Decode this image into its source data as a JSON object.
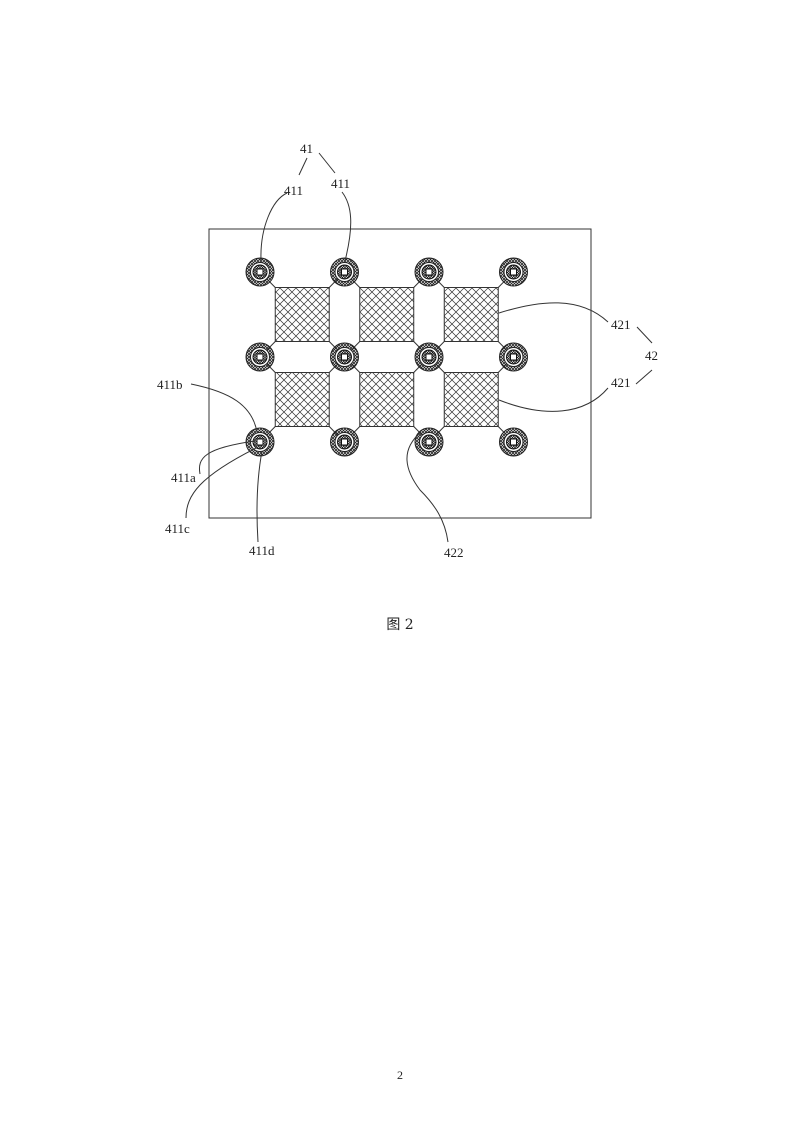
{
  "figure": {
    "caption": "图 2",
    "page_number": "2",
    "grid": {
      "columns": 4,
      "rows": 3
    },
    "labels": {
      "group_41": "41",
      "part_411_left": "411",
      "part_411_right": "411",
      "group_42": "42",
      "part_421_top": "421",
      "part_421_bottom": "421",
      "part_422": "422",
      "part_411a": "411a",
      "part_411b": "411b",
      "part_411c": "411c",
      "part_411d": "411d"
    }
  }
}
